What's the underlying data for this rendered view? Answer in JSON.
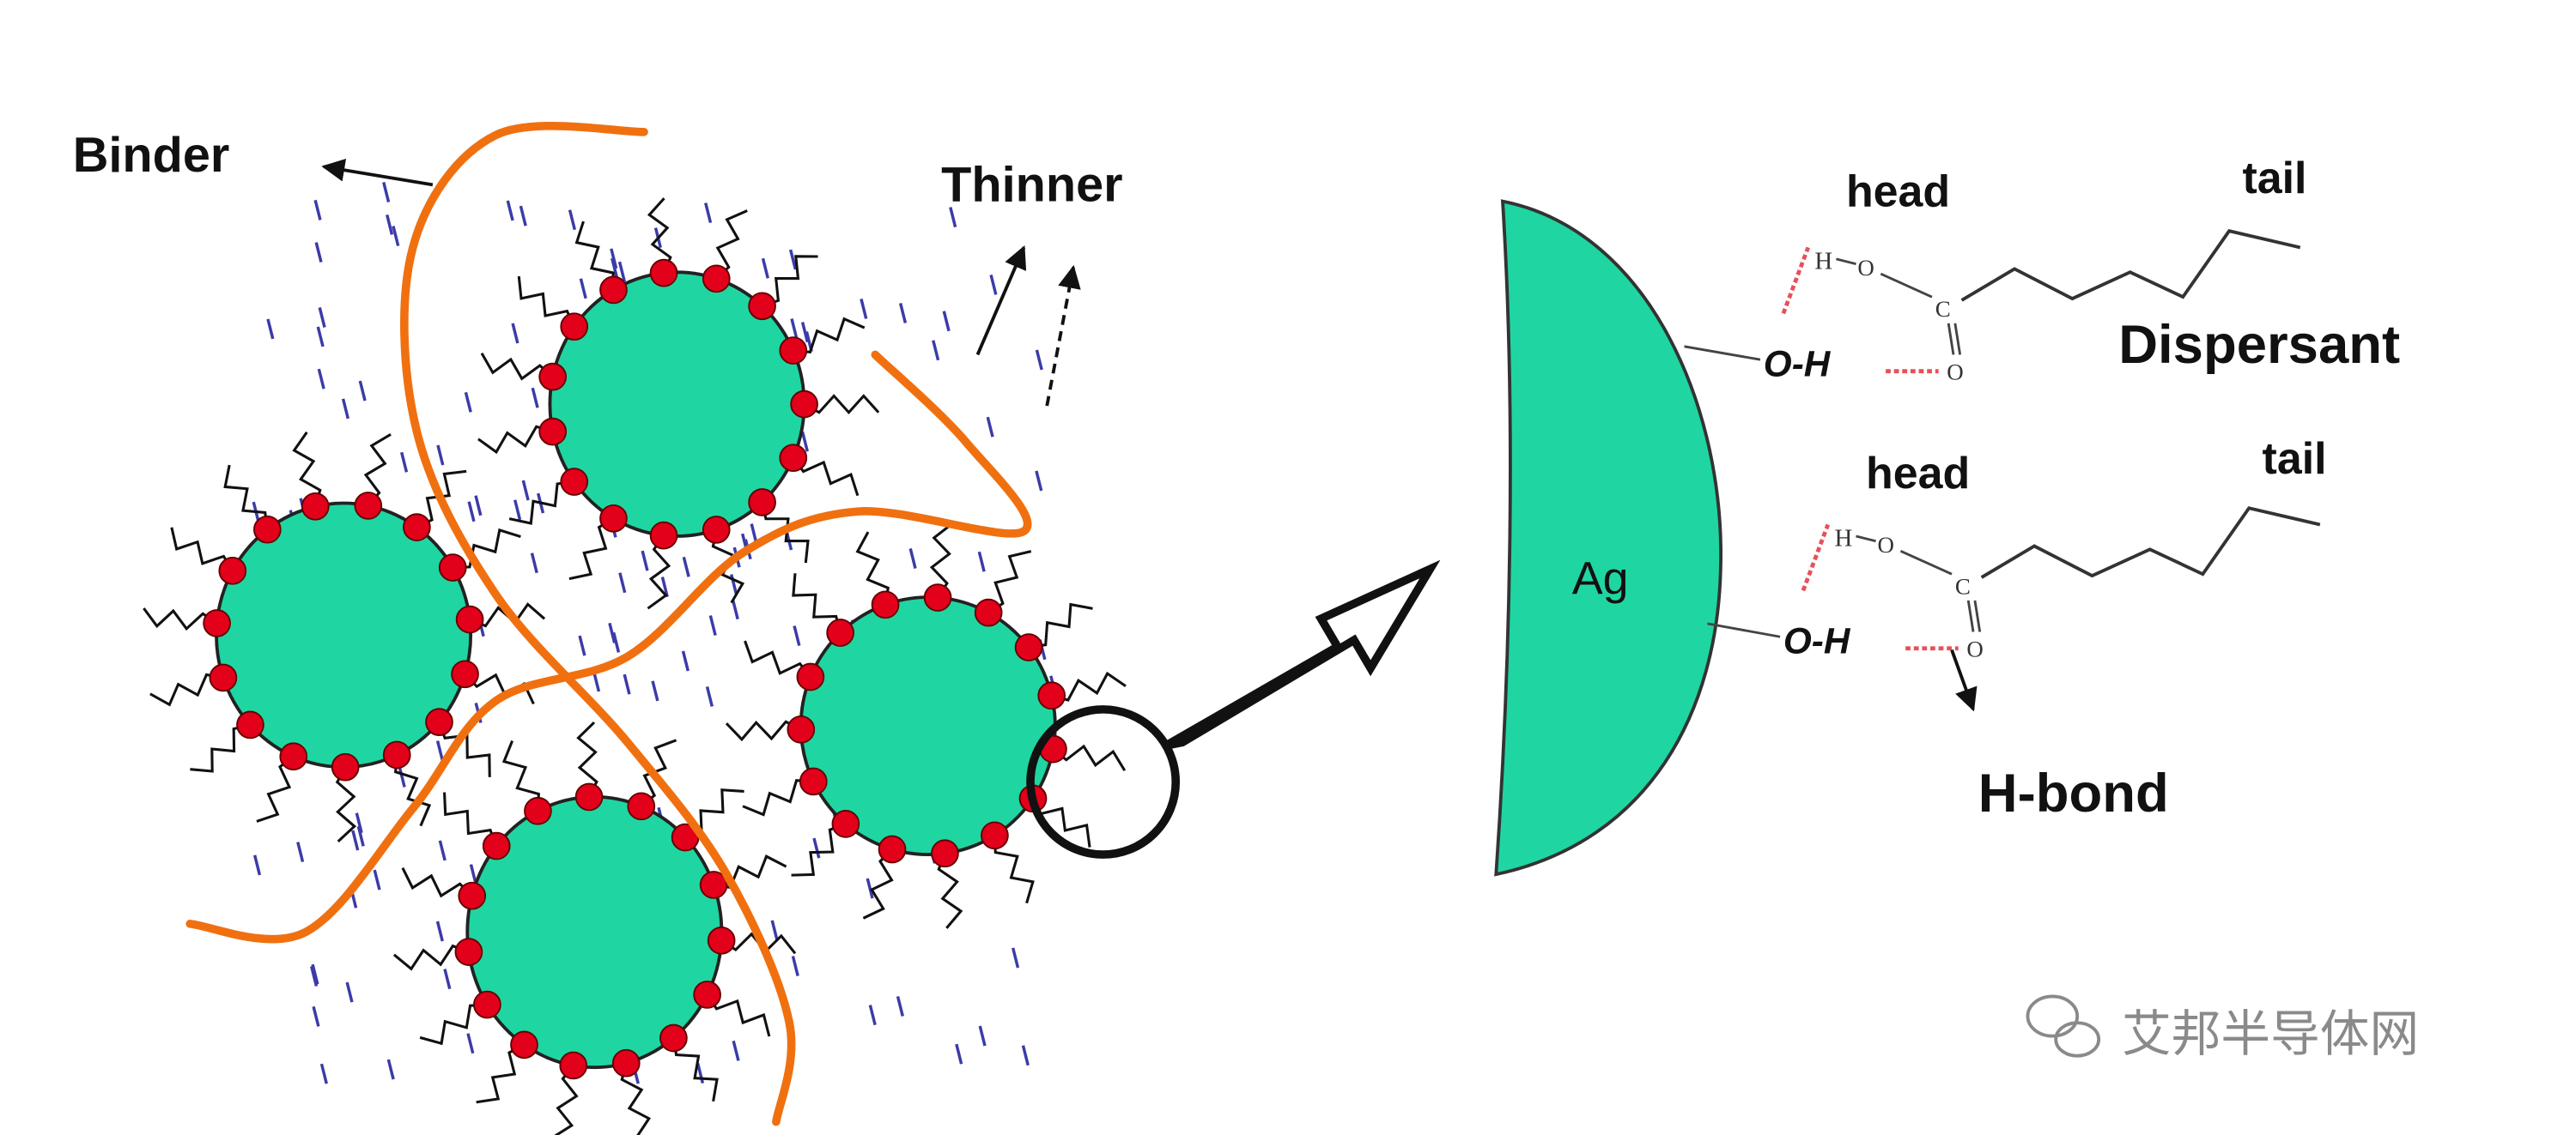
{
  "labels": {
    "binder": "Binder",
    "thinner": "Thinner",
    "ag": "Ag",
    "head1": "head",
    "tail1": "tail",
    "dispersant": "Dispersant",
    "head2": "head",
    "tail2": "tail",
    "hbond": "H-bond",
    "oh": "O-H",
    "atom_h": "H",
    "atom_o": "O",
    "atom_c": "C"
  },
  "watermark": {
    "text": "艾邦半导体网",
    "icon": "wechat-icon"
  },
  "colors": {
    "particle": "#1fd6a2",
    "dot": "#e3001b",
    "binder": "#f07010",
    "thinner": "#3b3ba8",
    "hbond": "#e8505a"
  }
}
